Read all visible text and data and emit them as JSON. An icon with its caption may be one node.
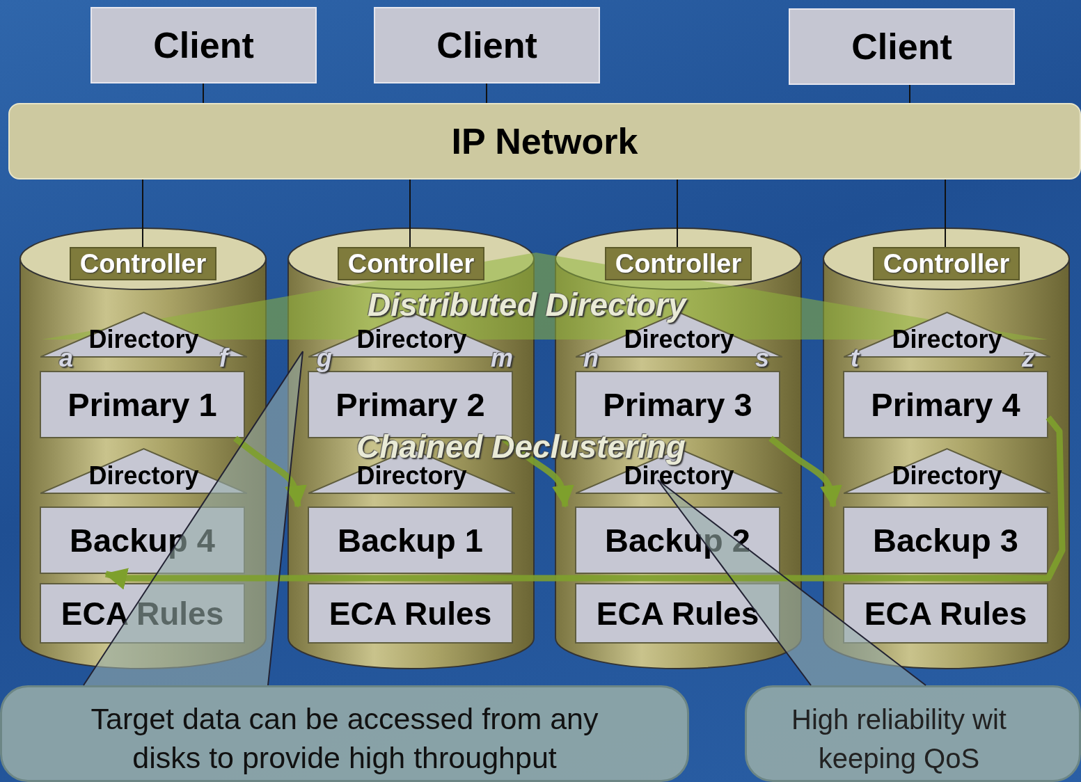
{
  "diagram": {
    "nodes": [
      {
        "text": [
          "Client"
        ]
      },
      {
        "text": [
          "Client"
        ]
      },
      {
        "text": [
          "Client"
        ]
      },
      {
        "text": [
          "IP Network"
        ]
      },
      {
        "text": [],
        "shape": "cylinder"
      },
      {
        "text": [
          "Controller"
        ],
        "in": 4
      },
      {
        "text": [
          "Directory"
        ],
        "in": 4
      },
      {
        "text": [
          "Primary 1"
        ],
        "in": 4
      },
      {
        "text": [
          "Directory"
        ],
        "in": 4
      },
      {
        "text": [
          "Backup 4"
        ],
        "in": 4
      },
      {
        "text": [
          "ECA Rules"
        ],
        "in": 4
      },
      {
        "text": [],
        "shape": "cylinder"
      },
      {
        "text": [
          "Controller"
        ],
        "in": 11
      },
      {
        "text": [
          "Directory"
        ],
        "in": 11
      },
      {
        "text": [
          "Primary 2"
        ],
        "in": 11
      },
      {
        "text": [
          "Directory"
        ],
        "in": 11
      },
      {
        "text": [
          "Backup 1"
        ],
        "in": 11
      },
      {
        "text": [
          "ECA Rules"
        ],
        "in": 11
      },
      {
        "text": [],
        "shape": "cylinder"
      },
      {
        "text": [
          "Controller"
        ],
        "in": 18
      },
      {
        "text": [
          "Directory"
        ],
        "in": 18
      },
      {
        "text": [
          "Primary 3"
        ],
        "in": 18
      },
      {
        "text": [
          "Directory"
        ],
        "in": 18
      },
      {
        "text": [
          "Backup 2"
        ],
        "in": 18
      },
      {
        "text": [
          "ECA Rules"
        ],
        "in": 18
      },
      {
        "text": [],
        "shape": "cylinder"
      },
      {
        "text": [
          "Controller"
        ],
        "in": 25
      },
      {
        "text": [
          "Directory"
        ],
        "in": 25
      },
      {
        "text": [
          "Primary 4"
        ],
        "in": 25
      },
      {
        "text": [
          "Directory"
        ],
        "in": 25
      },
      {
        "text": [
          "Backup 3"
        ],
        "in": 25
      },
      {
        "text": [
          "ECA Rules"
        ],
        "in": 25
      },
      {
        "text": [
          "Target data can be accessed from any disks to provide high throughput"
        ]
      },
      {
        "text": [
          "High reliability wit keeping QoS"
        ]
      }
    ],
    "edges": [
      {
        "from": 0,
        "to": 3,
        "arrow": "none"
      },
      {
        "from": 1,
        "to": 3,
        "arrow": "none"
      },
      {
        "from": 2,
        "to": 3,
        "arrow": "none"
      },
      {
        "from": 3,
        "to": 5,
        "arrow": "none"
      },
      {
        "from": 3,
        "to": 12,
        "arrow": "none"
      },
      {
        "from": 3,
        "to": 19,
        "arrow": "none"
      },
      {
        "from": 3,
        "to": 26,
        "arrow": "none"
      },
      {
        "from": 7,
        "to": 16,
        "arrow": "to",
        "style": "thick",
        "color": "#7ea02c"
      },
      {
        "from": 14,
        "to": 23,
        "arrow": "to",
        "style": "thick",
        "color": "#7ea02c"
      },
      {
        "from": 21,
        "to": 30,
        "arrow": "to",
        "style": "thick",
        "color": "#7ea02c"
      },
      {
        "from": 28,
        "to": 9,
        "arrow": "to",
        "style": "thick",
        "color": "#7ea02c"
      },
      {
        "from": 32,
        "to": 13,
        "arrow": "none"
      },
      {
        "from": 32,
        "to": 13,
        "arrow": "none"
      },
      {
        "from": 33,
        "to": 22,
        "arrow": "none"
      },
      {
        "from": 33,
        "to": 22,
        "arrow": "none"
      }
    ],
    "labels": [
      "Distributed Directory",
      "a",
      "f",
      "g",
      "m",
      "n",
      "s",
      "t",
      "z",
      "Chained Declustering"
    ]
  }
}
